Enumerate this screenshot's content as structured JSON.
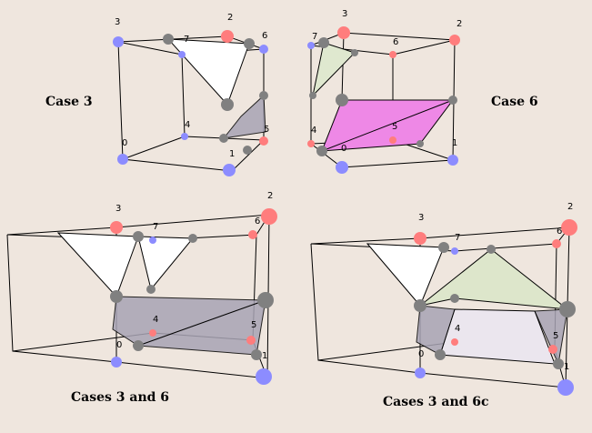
{
  "captions": {
    "case3": "Case 3",
    "case6": "Case 6",
    "cases36": "Cases 3  and 6",
    "cases36c": "Cases 3  and 6c"
  },
  "vertex_labels": {
    "v0": "0",
    "v1": "1",
    "v2": "2",
    "v3": "3",
    "v4": "4",
    "v5": "5",
    "v6": "6",
    "v7": "7"
  },
  "colors": {
    "blue_vertex": "#8c8cff",
    "red_vertex": "#ff7d7d",
    "grey_point": "#808080",
    "background": "#efe6de"
  }
}
